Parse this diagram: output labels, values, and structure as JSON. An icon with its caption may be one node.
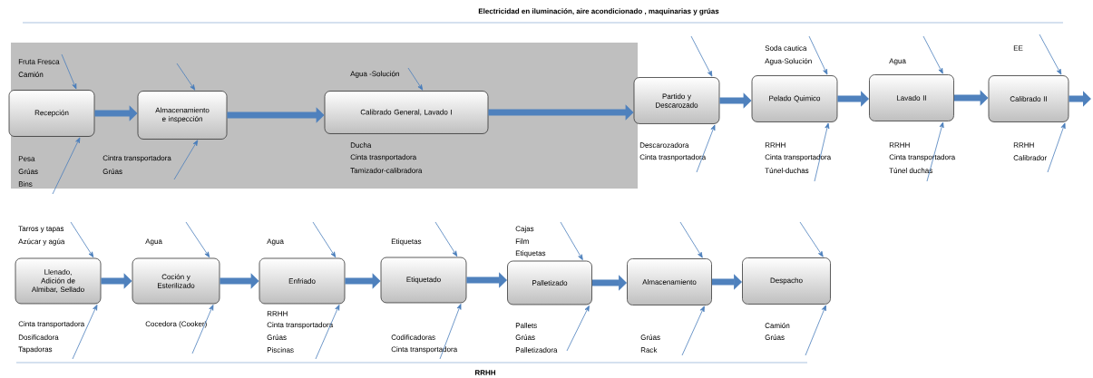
{
  "diagram": {
    "title": "Electricidad en iluminación, aire acondicionado , maquinarias y grúas",
    "nodes": [
      {
        "text": [
          "Recepción"
        ],
        "beside": [
          "Fruta Fresca",
          "Camión",
          "Pesa",
          "Grúas",
          "Bins"
        ]
      },
      {
        "text": [
          "Almacenamiento e inspección"
        ],
        "beside": [
          "Cintra transportadora",
          "Grúas"
        ]
      },
      {
        "text": [
          "Calibrado General, Lavado I"
        ],
        "beside": [
          "Agua -Solución",
          "Ducha",
          "Cinta trasnportadora",
          "Tamizador-calibradora"
        ]
      },
      {
        "text": [
          "Partido y Descarozado"
        ],
        "beside": [
          "Descarozadora",
          "Cinta trasnportadora"
        ]
      },
      {
        "text": [
          "Pelado Quimico"
        ],
        "beside": [
          "Soda cautica",
          "Agua-Solución",
          "RRHH",
          "Cinta transportadora",
          "Túnel-duchas"
        ]
      },
      {
        "text": [
          "Lavado II"
        ],
        "beside": [
          "Agua",
          "RRHH",
          "Cinta transportadora",
          "Túnel duchas"
        ]
      },
      {
        "text": [
          "Calibrado II"
        ],
        "beside": [
          "EE",
          "RRHH",
          "Calibrador"
        ]
      },
      {
        "text": [
          "Llenado, Adición de Almibar, Sellado"
        ],
        "beside": [
          "Tarros y tapas",
          "Azúcar y agúa",
          "Cinta transportadora",
          "Dosificadora",
          "Tapadoras"
        ]
      },
      {
        "text": [
          "Coción y Esterilizado"
        ],
        "beside": [
          "Agua",
          "Cocedora (Cooker)"
        ]
      },
      {
        "text": [
          "Enfriado"
        ],
        "beside": [
          "Agua",
          "RRHH",
          "Cinta transportadora",
          "Grúas",
          "Piscinas"
        ]
      },
      {
        "text": [
          "Etiquetado"
        ],
        "beside": [
          "Etiquetas",
          "Codificadoras",
          "Cinta transportadora"
        ]
      },
      {
        "text": [
          "Palletizado"
        ],
        "beside": [
          "Cajas",
          "Film",
          "Etiquetas",
          "Pallets",
          "Grúas",
          "Palletizadora"
        ]
      },
      {
        "text": [
          "Almacenamiento"
        ],
        "beside": [
          "Grúas",
          "Rack"
        ]
      },
      {
        "text": [
          "Despacho"
        ],
        "beside": [
          "Camión",
          "Grúas"
        ]
      }
    ],
    "edges": [
      {
        "from": 0,
        "to": 1,
        "arrow": "to",
        "style": "thick",
        "color": "#4f81bd"
      },
      {
        "from": 1,
        "to": 2,
        "arrow": "to",
        "style": "thick",
        "color": "#4f81bd"
      },
      {
        "from": 2,
        "to": 3,
        "arrow": "to",
        "style": "thick",
        "color": "#4f81bd"
      },
      {
        "from": 3,
        "to": 4,
        "arrow": "to",
        "style": "thick",
        "color": "#4f81bd"
      },
      {
        "from": 4,
        "to": 5,
        "arrow": "to",
        "style": "thick",
        "color": "#4f81bd"
      },
      {
        "from": 5,
        "to": 6,
        "arrow": "to",
        "style": "thick",
        "color": "#4f81bd"
      },
      {
        "from": 6,
        "to": null,
        "arrow": "to",
        "style": "thick",
        "color": "#4f81bd"
      },
      {
        "from": 7,
        "to": 8,
        "arrow": "to",
        "style": "thick",
        "color": "#4f81bd"
      },
      {
        "from": 8,
        "to": 9,
        "arrow": "to",
        "style": "thick",
        "color": "#4f81bd"
      },
      {
        "from": 9,
        "to": 10,
        "arrow": "to",
        "style": "thick",
        "color": "#4f81bd"
      },
      {
        "from": 10,
        "to": 11,
        "arrow": "to",
        "style": "thick",
        "color": "#4f81bd"
      },
      {
        "from": 11,
        "to": 12,
        "arrow": "to",
        "style": "thick",
        "color": "#4f81bd"
      },
      {
        "from": 12,
        "to": 13,
        "arrow": "to",
        "style": "thick",
        "color": "#4f81bd"
      },
      {
        "from": null,
        "to": 0,
        "arrow": "to"
      },
      {
        "from": null,
        "to": 0,
        "arrow": "to"
      },
      {
        "from": null,
        "to": 1,
        "arrow": "to"
      },
      {
        "from": null,
        "to": 1,
        "arrow": "to"
      },
      {
        "from": null,
        "to": 2,
        "arrow": "to"
      },
      {
        "from": null,
        "to": 3,
        "arrow": "to"
      },
      {
        "from": null,
        "to": 3,
        "arrow": "to"
      },
      {
        "from": null,
        "to": 4,
        "arrow": "to"
      },
      {
        "from": null,
        "to": 4,
        "arrow": "to"
      },
      {
        "from": null,
        "to": 5,
        "arrow": "to"
      },
      {
        "from": null,
        "to": 5,
        "arrow": "to"
      },
      {
        "from": null,
        "to": 6,
        "arrow": "to"
      },
      {
        "from": null,
        "to": 6,
        "arrow": "to"
      },
      {
        "from": null,
        "to": 7,
        "arrow": "to"
      },
      {
        "from": null,
        "to": 7,
        "arrow": "to"
      },
      {
        "from": null,
        "to": 8,
        "arrow": "to"
      },
      {
        "from": null,
        "to": 8,
        "arrow": "to"
      },
      {
        "from": null,
        "to": 9,
        "arrow": "to"
      },
      {
        "from": null,
        "to": 9,
        "arrow": "to"
      },
      {
        "from": null,
        "to": 10,
        "arrow": "to"
      },
      {
        "from": null,
        "to": 10,
        "arrow": "to"
      },
      {
        "from": null,
        "to": 11,
        "arrow": "to"
      },
      {
        "from": null,
        "to": 11,
        "arrow": "to"
      },
      {
        "from": null,
        "to": 12,
        "arrow": "to"
      },
      {
        "from": null,
        "to": 12,
        "arrow": "to"
      },
      {
        "from": null,
        "to": 13,
        "arrow": "to"
      },
      {
        "from": null,
        "to": 13,
        "arrow": "to"
      }
    ],
    "labels": [
      "RRHH"
    ]
  }
}
